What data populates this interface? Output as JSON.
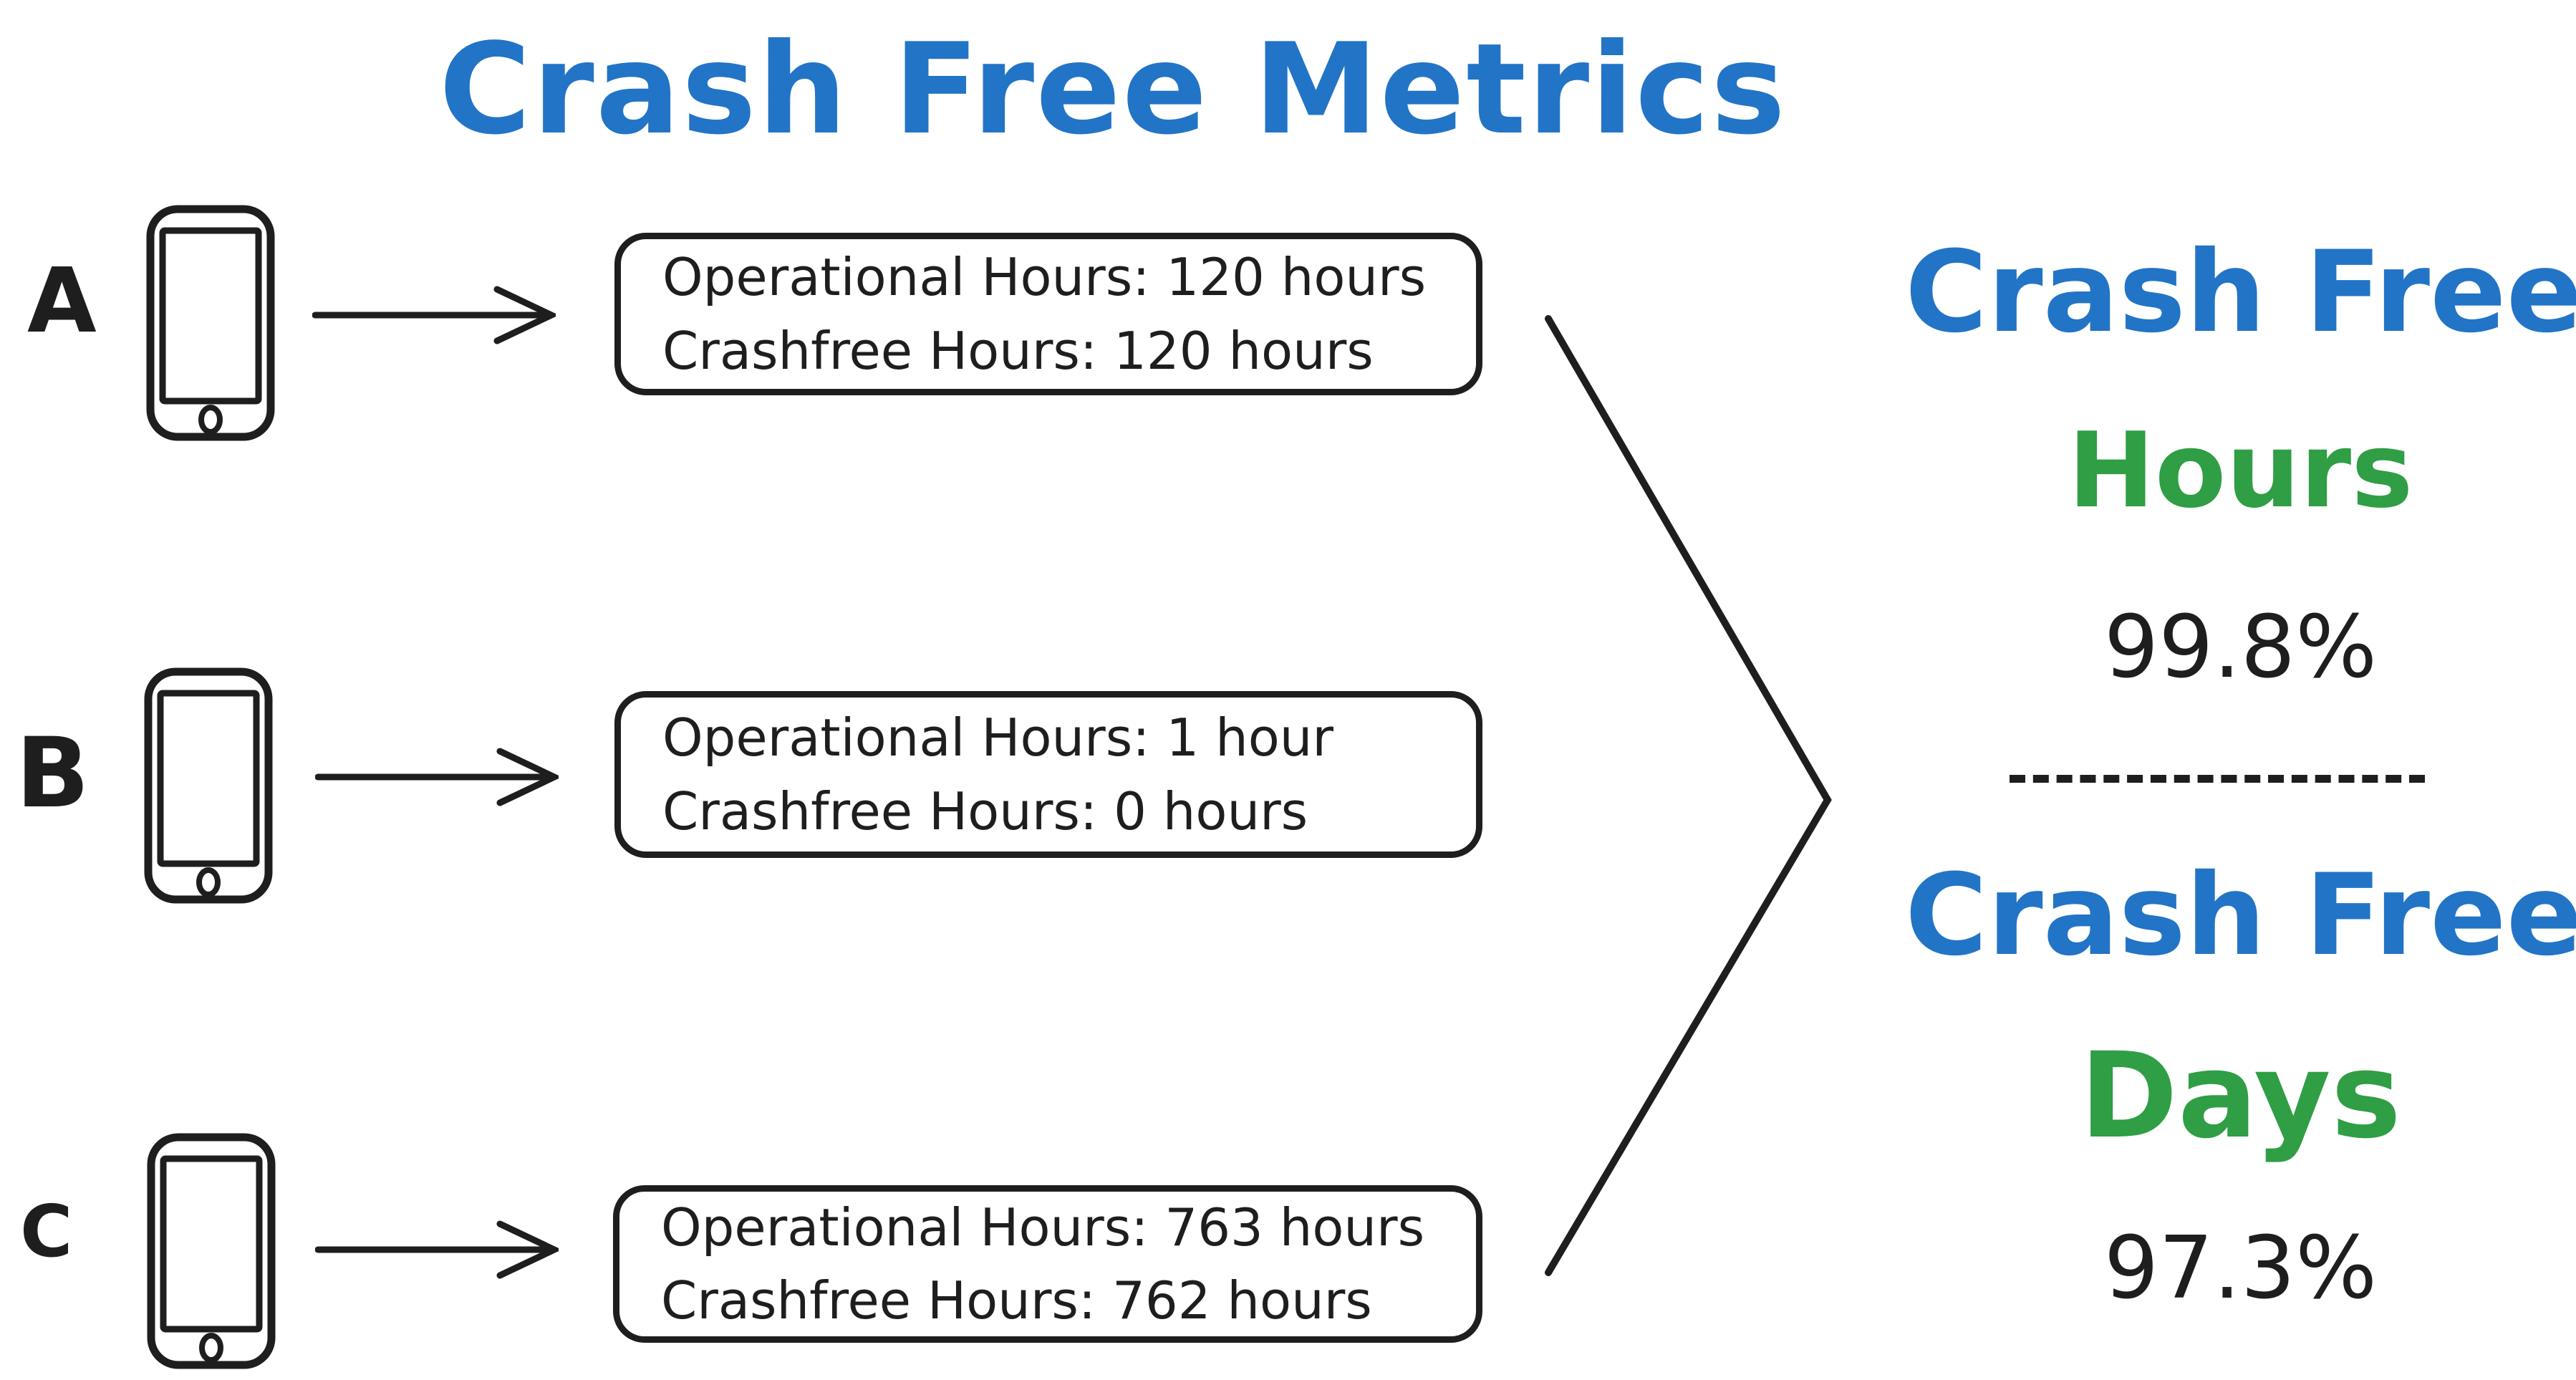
{
  "title": "Crash Free Metrics",
  "colors": {
    "blue": "#2274c6",
    "green": "#2f9e44",
    "ink": "#1e1e1e",
    "background": "#ffffff"
  },
  "icons": {
    "phone": "phone-icon",
    "arrow": "right-arrow-icon",
    "merge": "merge-chevron-icon",
    "divider": "dashed-divider-line"
  },
  "rows": [
    {
      "label": "A",
      "lines": [
        "Operational Hours: 120 hours",
        "Crashfree Hours: 120 hours"
      ]
    },
    {
      "label": "B",
      "lines": [
        "Operational Hours: 1 hour",
        "Crashfree Hours: 0 hours"
      ]
    },
    {
      "label": "C",
      "lines": [
        "Operational Hours: 763 hours",
        "Crashfree Hours: 762 hours"
      ]
    }
  ],
  "results": {
    "hours": {
      "heading": "Crash Free",
      "unit": "Hours",
      "value": "99.8%"
    },
    "days": {
      "heading": "Crash Free",
      "unit": "Days",
      "value": "97.3%"
    }
  }
}
